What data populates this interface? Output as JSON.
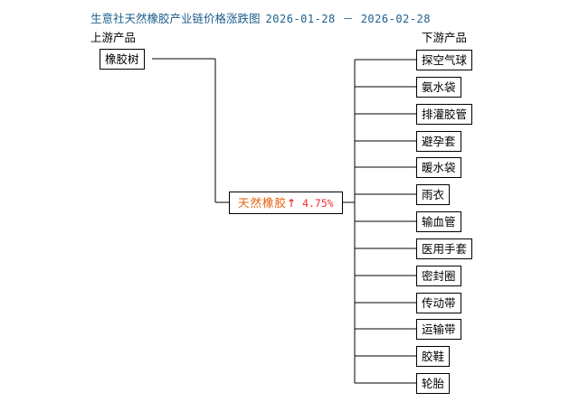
{
  "title": {
    "text": "生意社天然橡胶产业链价格涨跌图",
    "date_range": "2026-01-28 － 2026-02-28",
    "color": "#1b5e8c"
  },
  "columns": {
    "upstream_header": "上游产品",
    "downstream_header": "下游产品"
  },
  "upstream": [
    {
      "label": "橡胶树"
    }
  ],
  "center": {
    "label": "天然橡胶",
    "arrow": "↑",
    "change": "4.75%",
    "direction": "up",
    "name_color": "#e8610a",
    "change_color": "#f23030"
  },
  "downstream": [
    {
      "label": "探空气球"
    },
    {
      "label": "氨水袋"
    },
    {
      "label": "排灌胶管"
    },
    {
      "label": "避孕套"
    },
    {
      "label": "暖水袋"
    },
    {
      "label": "雨衣"
    },
    {
      "label": "输血管"
    },
    {
      "label": "医用手套"
    },
    {
      "label": "密封圈"
    },
    {
      "label": "传动带"
    },
    {
      "label": "运输带"
    },
    {
      "label": "胶鞋"
    },
    {
      "label": "轮胎"
    }
  ]
}
